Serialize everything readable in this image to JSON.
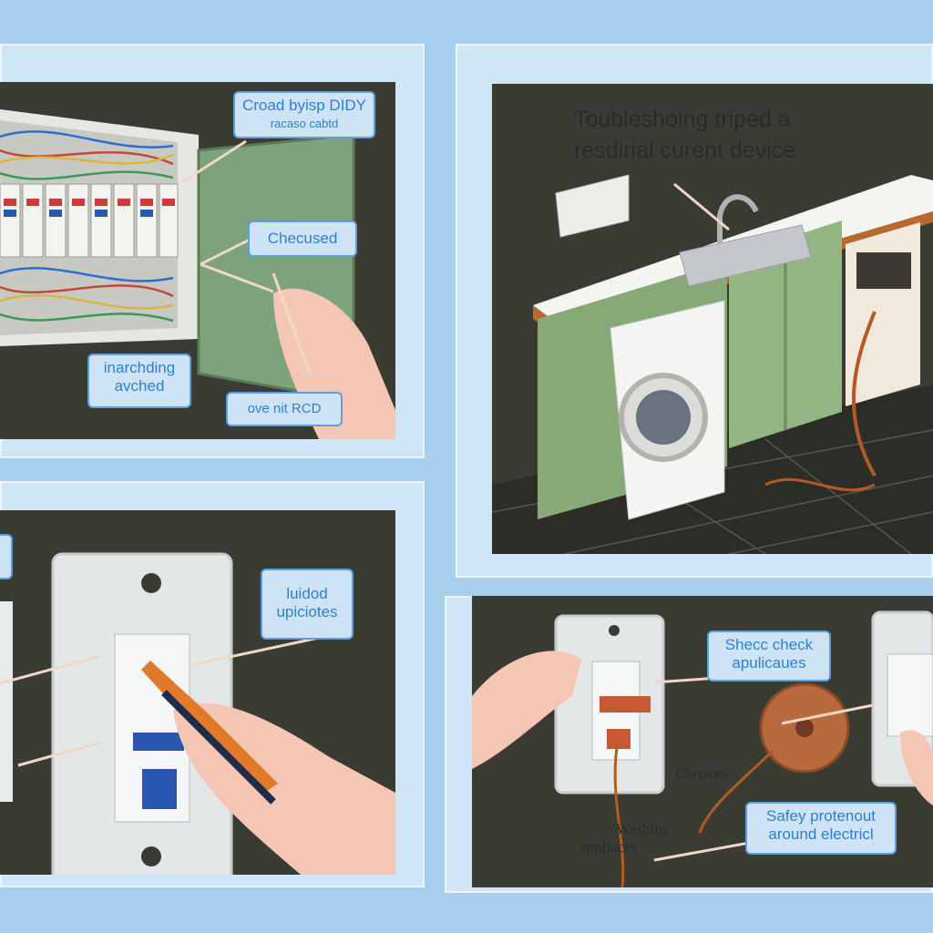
{
  "panel1": {
    "callout_top": [
      "Croad byisp DIDY",
      "racaso cabtd"
    ],
    "callout_checked": "Checused",
    "callout_left": [
      "inarchding",
      "avched"
    ],
    "callout_bottom": "ove nit RCD"
  },
  "panel2": {
    "title": [
      "Toubleshoing triped a",
      "resdirial curent device"
    ]
  },
  "panel3": {
    "callout": [
      "luidod",
      "upiciotes"
    ]
  },
  "panel4": {
    "callout_top": [
      "Shecc check",
      "apulicaues"
    ],
    "label_mid": "Chrraues",
    "label_bottom": [
      "Washing",
      "appliaces"
    ],
    "callout_bottom": [
      "Safey protenout",
      "around electricl"
    ]
  },
  "colors": {
    "background": "#a9cfee",
    "callout_border": "#5b9ee0",
    "callout_text": "#2f7fd0",
    "wall": "#3a3b33"
  }
}
